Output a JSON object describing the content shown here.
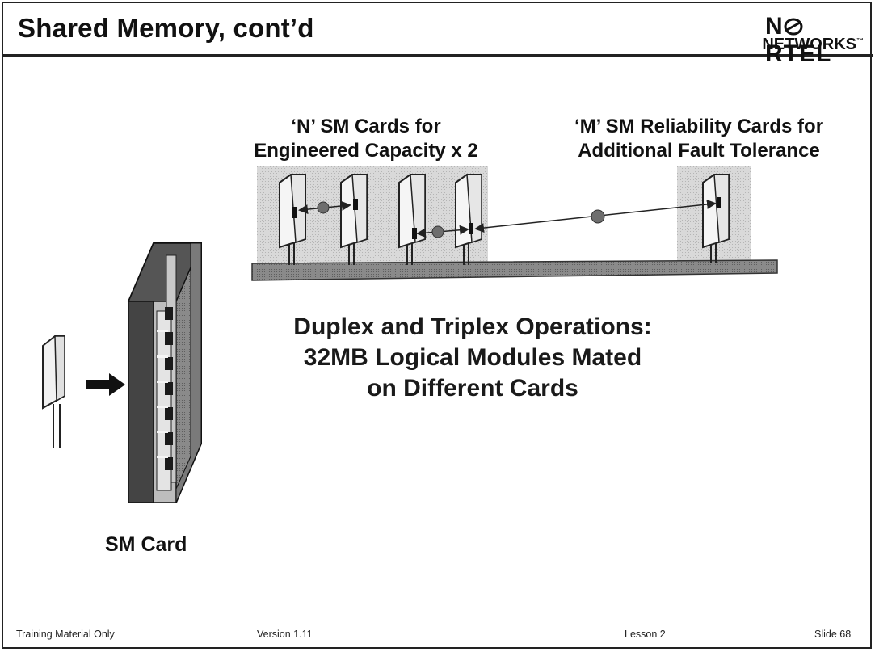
{
  "slide": {
    "title": "Shared Memory, cont’d",
    "logo": {
      "top": "N RTEL",
      "bottom": "NETWORKS"
    },
    "left_group_label": [
      "‘N’ SM Cards for",
      "Engineered Capacity x 2"
    ],
    "right_group_label": [
      "‘M’ SM Reliability Cards for",
      "Additional Fault Tolerance"
    ],
    "main_caption": [
      "Duplex and Triplex Operations:",
      "32MB Logical Modules Mated",
      "on Different Cards"
    ],
    "card_label": "SM Card"
  },
  "footer": {
    "left": "Training Material Only",
    "version": "Version 1.11",
    "lesson": "Lesson 2",
    "slide": "Slide  68"
  },
  "colors": {
    "panel_shade": "#d6d6d6",
    "bar": "#8e8e8e",
    "card_frame_dark": "#3a3a3a",
    "chip": "#1b1b1b"
  }
}
